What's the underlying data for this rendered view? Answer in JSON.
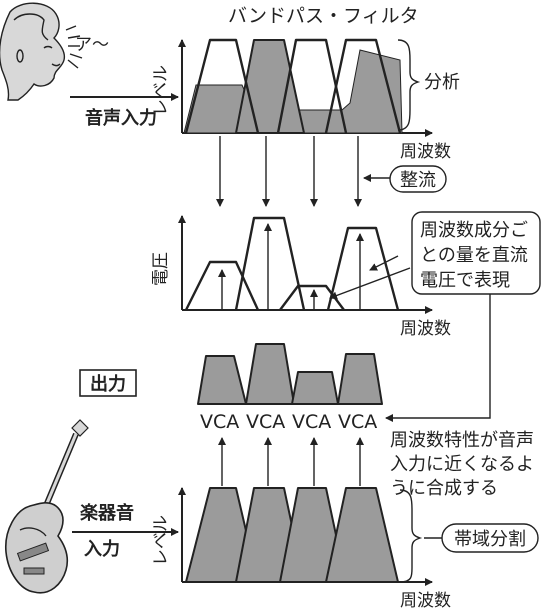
{
  "labels": {
    "top_title": "バンドパス・フィルタ",
    "voice_sound": "ア〜",
    "voice_input": "音声入力",
    "analysis": "分析",
    "freq_top": "周波数",
    "rectify": "整流",
    "note_1": "周波数成分ご",
    "note_2": "との量を直流",
    "note_3": "電圧で表現",
    "freq_mid": "周波数",
    "output": "出力",
    "synth_1": "周波数特性が音声",
    "synth_2": "入力に近くなるよ",
    "synth_3": "うに合成する",
    "instrument_1": "楽器音",
    "instrument_2": "入力",
    "band_split": "帯域分割",
    "freq_bottom": "周波数",
    "y_level_top": "レベル",
    "y_voltage": "電圧",
    "y_level_bottom": "レベル"
  },
  "vca": [
    "VCA",
    "VCA",
    "VCA",
    "VCA"
  ]
}
